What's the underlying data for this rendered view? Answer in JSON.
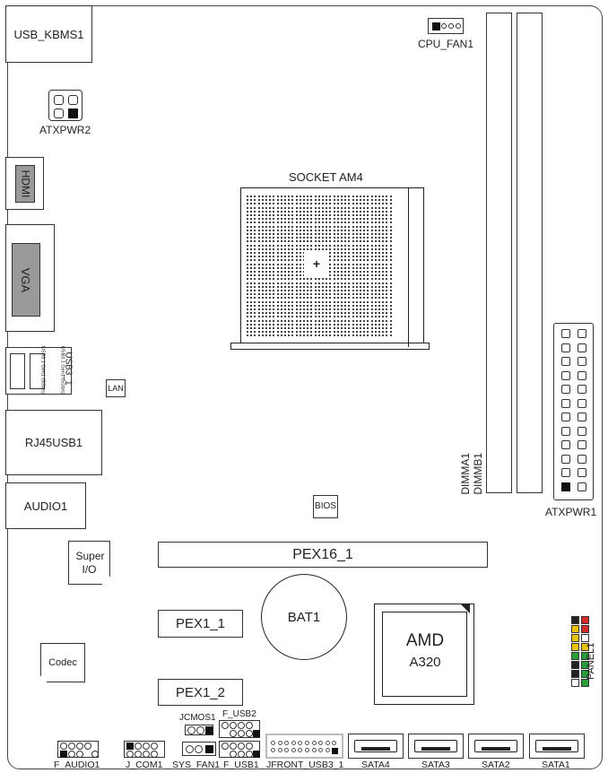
{
  "components": {
    "usb_kbms": "USB_KBMS1",
    "cpu_fan": "CPU_FAN1",
    "atxpwr2": "ATXPWR2",
    "socket": "SOCKET AM4",
    "hdmi": "HDMI",
    "vga": "VGA",
    "usb3_1": "USB3_1",
    "usb3_left": "USB3.1 Gen1 (5Gb/s)",
    "usb3_right": "USB3.1 Gen1 (5Gb/s)",
    "lan": "LAN",
    "rj45": "RJ45USB1",
    "audio": "AUDIO1",
    "dimma": "DIMMA1",
    "dimmb": "DIMMB1",
    "atxpwr1": "ATXPWR1",
    "bios": "BIOS",
    "pex16": "PEX16_1",
    "superio": "Super I/O",
    "pex1_1": "PEX1_1",
    "bat": "BAT1",
    "chipset_brand": "AMD",
    "chipset_model": "A320",
    "panel": "PANEL1",
    "codec": "Codec",
    "pex1_2": "PEX1_2",
    "jcmos": "JCMOS1",
    "f_usb2": "F_USB2",
    "f_audio": "F_AUDIO1",
    "j_com": "J_COM1",
    "sys_fan": "SYS_FAN1",
    "f_usb1": "F_USB1",
    "jfront_usb3": "JFRONT_USB3_1",
    "sata4": "SATA4",
    "sata3": "SATA3",
    "sata2": "SATA2",
    "sata1": "SATA1"
  },
  "panel_pin_colors": [
    "#222222",
    "#d42a2a",
    "#e8c200",
    "#2a9d3a",
    "#ffffff"
  ]
}
